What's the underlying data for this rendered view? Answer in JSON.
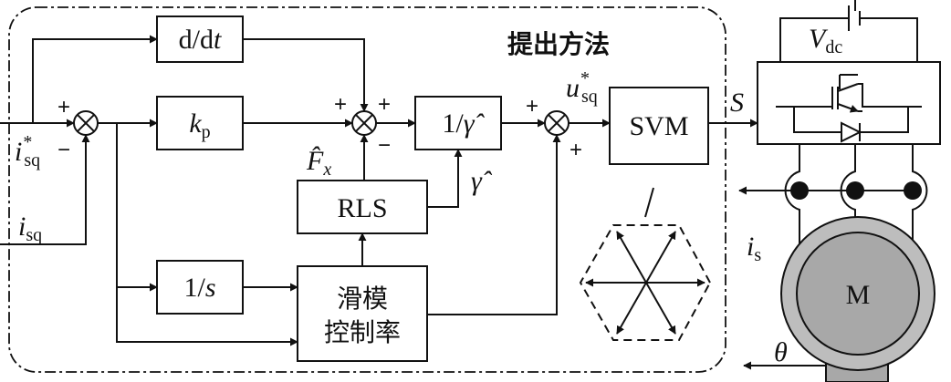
{
  "diagram": {
    "title": "提出方法",
    "blocks": {
      "derivative": "d/dt",
      "gain": "kp",
      "inverse_gamma": "1/γ̂",
      "svm": "SVM",
      "rls": "RLS",
      "integrator": "1/s",
      "smc_line1": "滑模",
      "smc_line2": "控制率"
    },
    "signals": {
      "isq_ref": "i*sq",
      "isq": "isq",
      "usq_ref": "u*sq",
      "fx_hat": "F̂x",
      "gamma_hat": "γ̂",
      "switch": "S",
      "vdc": "Vdc",
      "is": "is",
      "theta": "θ"
    },
    "signs": {
      "sum1_ref": "+",
      "sum1_fb": "−",
      "sum2_left": "+",
      "sum2_right": "+",
      "sum2_bottom": "−",
      "sum3_left": "+",
      "sum3_bottom": "+"
    },
    "motor_label": "M",
    "colors": {
      "motor_outer": "#bdbdbd",
      "motor_inner": "#a8a8a8",
      "line": "#111111"
    }
  }
}
